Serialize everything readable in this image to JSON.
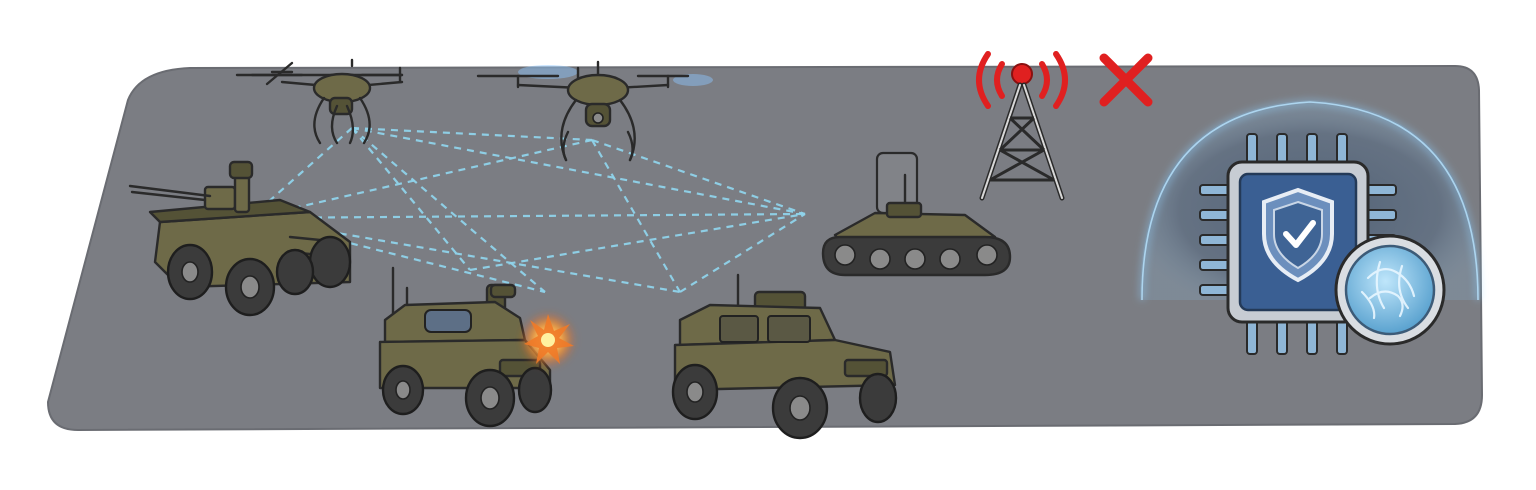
{
  "colors": {
    "platform": "#7b7d83",
    "vehicle_olive": "#6e6a48",
    "mesh_link": "#8fd3ea",
    "tower_signal": "#e02020",
    "failure_mark": "#e02020",
    "chip_body": "#3a5f93",
    "shield_glow": "#6fb6ee",
    "explosion": "#f07a28"
  },
  "icons": [
    "quadcopter-drone-icon",
    "armed-drone-icon",
    "ground-robot-icon",
    "tracked-robot-icon",
    "armored-jeep-icon",
    "damaged-vehicle-icon",
    "explosion-icon",
    "signal-tower-icon",
    "disconnected-x-icon",
    "secure-chip-icon",
    "shield-check-icon",
    "neural-core-icon"
  ],
  "mesh": {
    "nodes": [
      "drone-left",
      "drone-right",
      "ground-robot",
      "tracked-robot",
      "damaged-vehicle",
      "armored-jeep"
    ],
    "links": [
      [
        "drone-left",
        "ground-robot"
      ],
      [
        "drone-left",
        "drone-right"
      ],
      [
        "drone-left",
        "tracked-robot"
      ],
      [
        "drone-left",
        "damaged-vehicle"
      ],
      [
        "drone-right",
        "ground-robot"
      ],
      [
        "drone-right",
        "tracked-robot"
      ],
      [
        "drone-right",
        "armored-jeep"
      ],
      [
        "ground-robot",
        "tracked-robot"
      ],
      [
        "ground-robot",
        "armored-jeep"
      ],
      [
        "damaged-vehicle",
        "tracked-robot"
      ],
      [
        "armored-jeep",
        "tracked-robot"
      ]
    ]
  }
}
